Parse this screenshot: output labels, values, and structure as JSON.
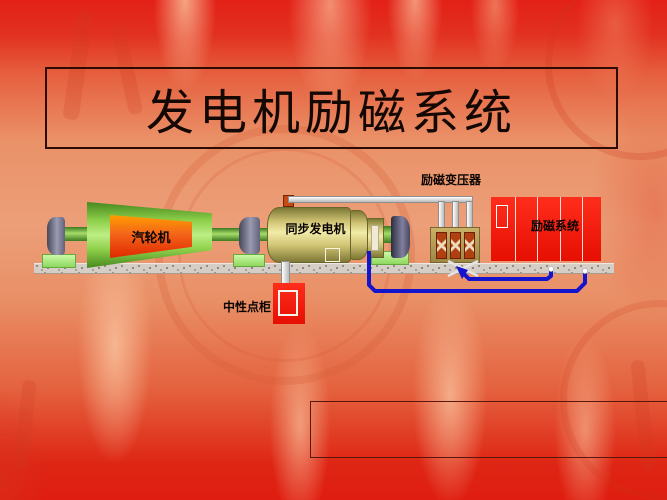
{
  "title": {
    "text": "发电机励磁系统"
  },
  "diagram": {
    "turbine_label": "汽轮机",
    "generator_label": "同步发电机",
    "transformer_label": "励磁变压器",
    "excitation_cabinet_label": "励磁系统",
    "neutral_cabinet_label": "中性点柜"
  },
  "colors": {
    "background_red": "#e2251a",
    "background_salmon": "#ec9f78",
    "cabinet_red": "#ee1505",
    "cable_blue": "#1414cc",
    "turbine_green": "#8ecf4a",
    "turbine_core_orange": "#f3641a",
    "generator_khaki": "#cfc273",
    "transformer_tan": "#b49a56",
    "title_color": "#140804"
  }
}
